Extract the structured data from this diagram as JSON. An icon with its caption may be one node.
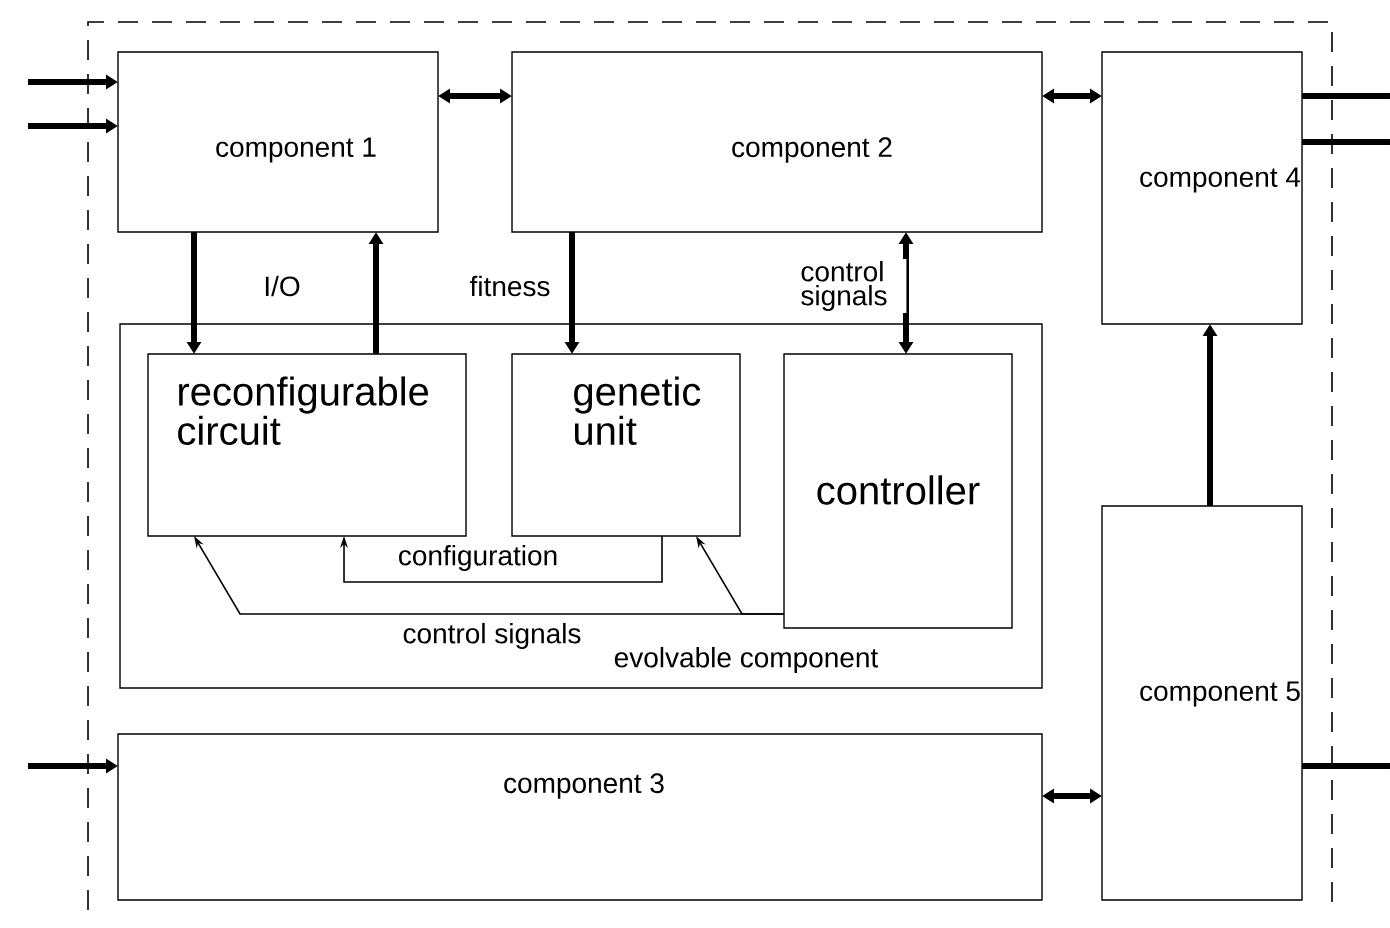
{
  "diagram": {
    "nodes": [
      {
        "text": [
          "component 1"
        ]
      },
      {
        "text": [
          "component 2"
        ]
      },
      {
        "text": [
          "component 4"
        ]
      },
      {
        "text": [
          "evolvable component"
        ]
      },
      {
        "text": [
          "reconfigurable circuit"
        ],
        "in": 3
      },
      {
        "text": [
          "genetic unit"
        ],
        "in": 3
      },
      {
        "text": [
          "controller"
        ],
        "in": 3
      },
      {
        "text": [
          "component 5"
        ]
      },
      {
        "text": [
          "component 3"
        ]
      }
    ],
    "edges": [
      {
        "from": null,
        "to": 0,
        "arrow": "to"
      },
      {
        "from": null,
        "to": 0,
        "arrow": "to"
      },
      {
        "from": 0,
        "to": 1,
        "arrow": "both"
      },
      {
        "from": 1,
        "to": 2,
        "arrow": "both"
      },
      {
        "from": 2,
        "to": null,
        "arrow": "none"
      },
      {
        "from": 2,
        "to": null,
        "arrow": "none"
      },
      {
        "from": 0,
        "to": 4,
        "arrow": "to",
        "label": "I/O"
      },
      {
        "from": 4,
        "to": 0,
        "arrow": "to"
      },
      {
        "from": 1,
        "to": 5,
        "arrow": "to",
        "label": "fitness"
      },
      {
        "from": 1,
        "to": 6,
        "arrow": "both",
        "label": "control signals"
      },
      {
        "from": 5,
        "to": 4,
        "arrow": "to",
        "label": "configuration"
      },
      {
        "from": 6,
        "to": 4,
        "arrow": "to",
        "label": "control signals"
      },
      {
        "from": 6,
        "to": 5,
        "arrow": "to"
      },
      {
        "from": 7,
        "to": 2,
        "arrow": "to"
      },
      {
        "from": 8,
        "to": 7,
        "arrow": "both"
      },
      {
        "from": null,
        "to": 8,
        "arrow": "to"
      },
      {
        "from": 7,
        "to": null,
        "arrow": "none"
      }
    ]
  }
}
